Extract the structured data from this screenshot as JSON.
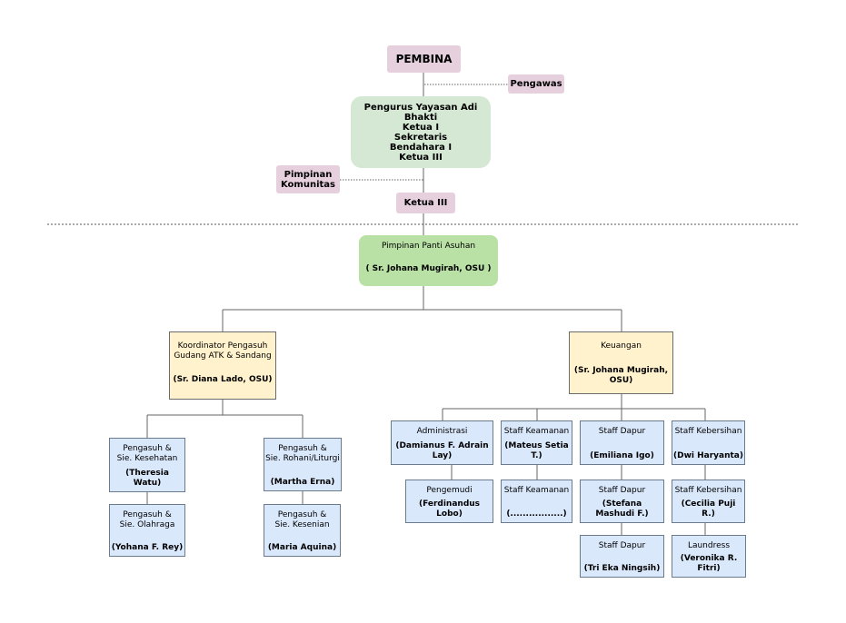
{
  "top": {
    "pembina": "PEMBINA",
    "pengawas": "Pengawas",
    "yayasan": [
      "Pengurus Yayasan Adi Bhakti",
      "Ketua I",
      "Sekretaris",
      "Bendahara I",
      "Ketua III"
    ],
    "pimpinan_komunitas": [
      "Pimpinan",
      "Komunitas"
    ],
    "ketua3": "Ketua III"
  },
  "panti": {
    "title": "Pimpinan Panti Asuhan",
    "name": "( Sr. Johana Mugirah, OSU )"
  },
  "koordinator": {
    "title": [
      "Koordinator Pengasuh",
      "Gudang ATK & Sandang"
    ],
    "name": "(Sr. Diana Lado, OSU)"
  },
  "keuangan": {
    "title": "Keuangan",
    "name": [
      "(Sr. Johana Mugirah,",
      "OSU)"
    ]
  },
  "pengasuh": {
    "kesehatan": {
      "title": [
        "Pengasuh &",
        "Sie. Kesehatan"
      ],
      "name": "(Theresia Watu)"
    },
    "olahraga": {
      "title": [
        "Pengasuh &",
        "Sie. Olahraga"
      ],
      "name": "(Yohana F. Rey)"
    },
    "rohani": {
      "title": [
        "Pengasuh &",
        "Sie. Rohani/Liturgi"
      ],
      "name": "(Martha Erna)"
    },
    "kesenian": {
      "title": [
        "Pengasuh &",
        "Sie. Kesenian"
      ],
      "name": "(Maria Aquina)"
    }
  },
  "staff": {
    "administrasi": {
      "title": "Administrasi",
      "name": "(Damianus F. Adrain Lay)"
    },
    "pengemudi": {
      "title": "Pengemudi",
      "name": "(Ferdinandus Lobo)"
    },
    "keamanan1": {
      "title": "Staff Keamanan",
      "name": "(Mateus Setia T.)"
    },
    "keamanan2": {
      "title": "Staff Keamanan",
      "name": "(.................)"
    },
    "dapur1": {
      "title": "Staff Dapur",
      "name": "(Emiliana Igo)"
    },
    "dapur2": {
      "title": "Staff Dapur",
      "name": "(Stefana Mashudi F.)"
    },
    "dapur3": {
      "title": "Staff Dapur",
      "name": "(Tri Eka Ningsih)"
    },
    "kebersihan1": {
      "title": "Staff Kebersihan",
      "name": "(Dwi Haryanta)"
    },
    "kebersihan2": {
      "title": "Staff Kebersihan",
      "name": "(Cecilia Puji R.)"
    },
    "laundress": {
      "title": "Laundress",
      "name": "(Veronika R. Fitri)"
    }
  }
}
